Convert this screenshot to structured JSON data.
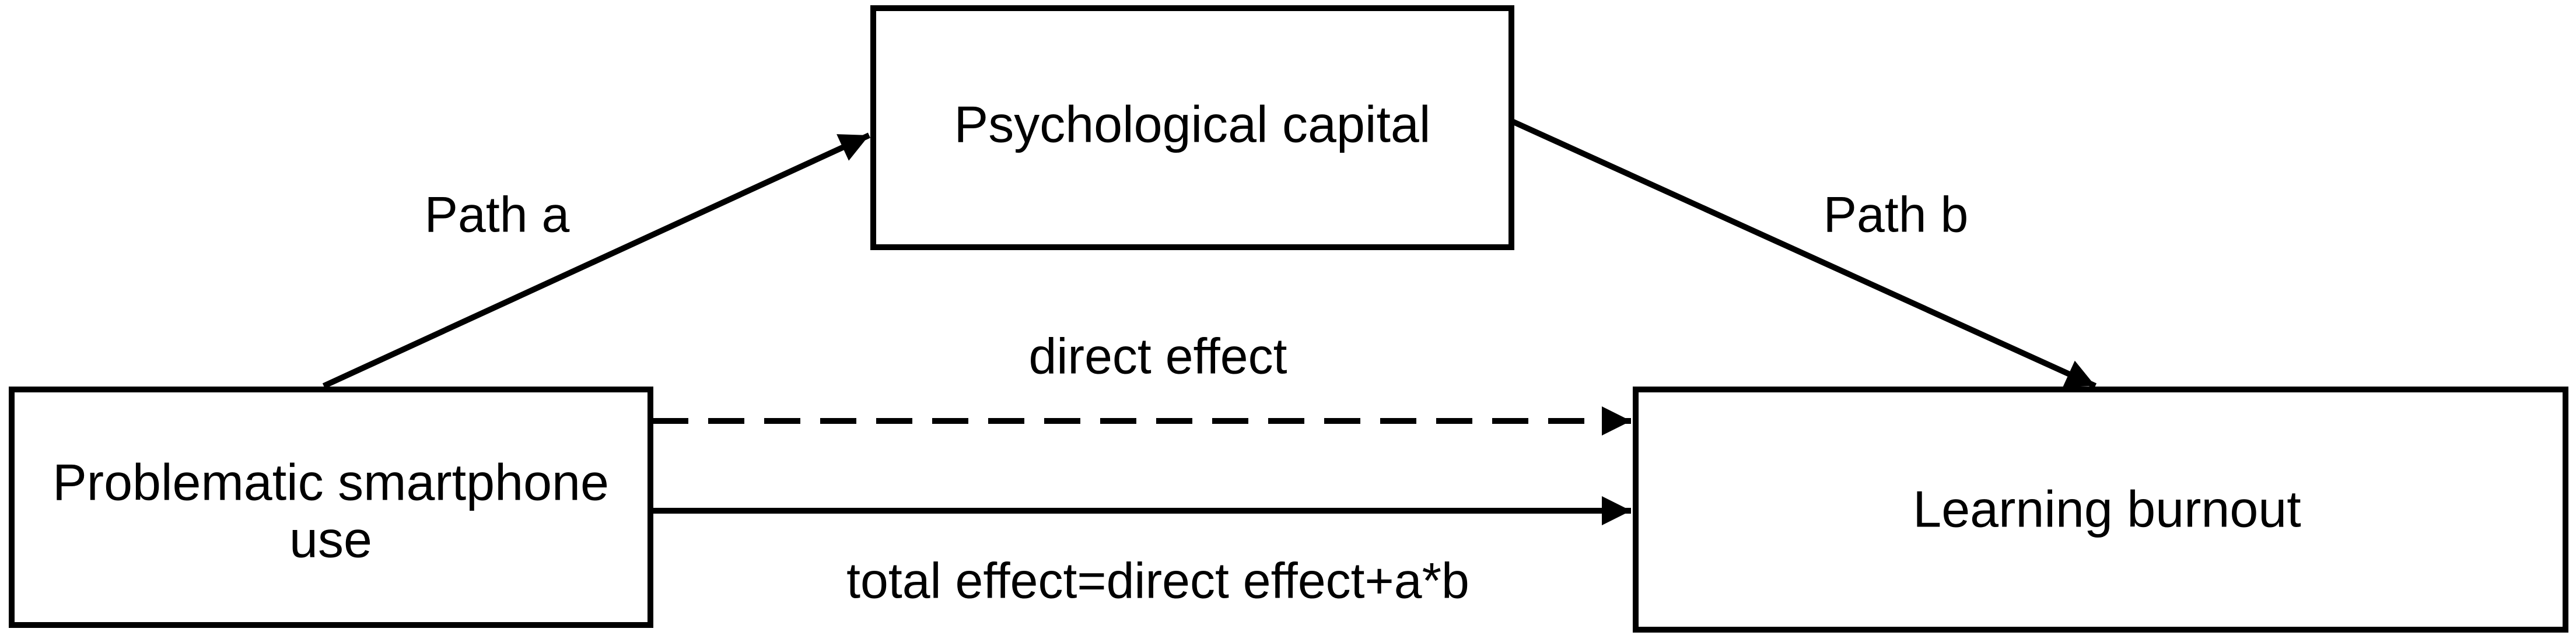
{
  "nodes": {
    "mediator": {
      "label": "Psychological capital"
    },
    "predictor": {
      "label_line1": "Problematic smartphone",
      "label_line2": "use"
    },
    "outcome": {
      "label": "Learning burnout"
    }
  },
  "edges": {
    "path_a": {
      "label": "Path a"
    },
    "path_b": {
      "label": "Path b"
    },
    "direct": {
      "label": "direct effect"
    },
    "total": {
      "label": "total effect=direct effect+a*b"
    }
  },
  "colors": {
    "stroke": "#000000",
    "background": "#ffffff"
  }
}
